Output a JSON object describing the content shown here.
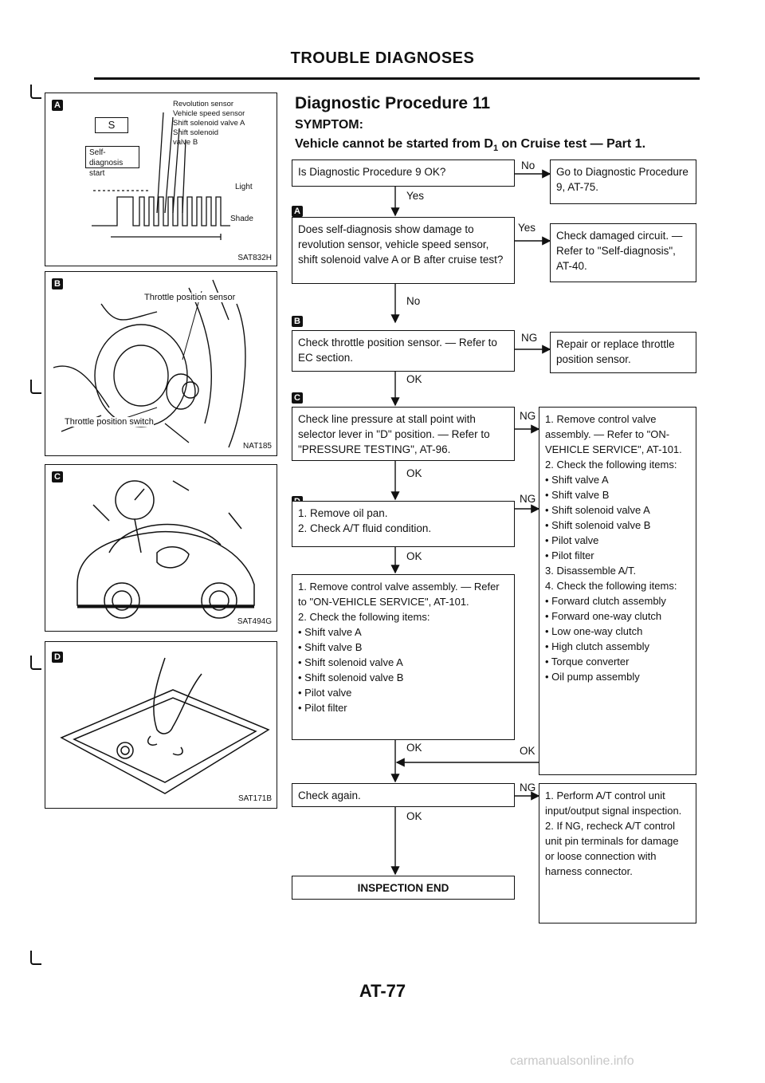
{
  "header": {
    "title": "TROUBLE DIAGNOSES"
  },
  "procedure": {
    "title": "Diagnostic Procedure 11",
    "symptom_label": "SYMPTOM:",
    "symptom_text": "Vehicle cannot be started from D",
    "symptom_sub": "1",
    "symptom_tail": " on Cruise test — Part 1."
  },
  "panels": {
    "a": {
      "label": "A",
      "code": "SAT832H",
      "s_box": "S",
      "selfdiag": "Self-diagnosis start",
      "legend": [
        "Revolution sensor",
        "Vehicle speed sensor",
        "Shift solenoid valve A",
        "Shift solenoid",
        "valve B"
      ],
      "light": "Light",
      "shade": "Shade"
    },
    "b": {
      "label": "B",
      "code": "NAT185",
      "sensor": "Throttle position sensor",
      "switch": "Throttle position switch"
    },
    "c": {
      "label": "C",
      "code": "SAT494G"
    },
    "d": {
      "label": "D",
      "code": "SAT171B"
    }
  },
  "flow": {
    "step_labels": {
      "a": "A",
      "b": "B",
      "c": "C",
      "d": "D"
    },
    "q1": "Is Diagnostic Procedure 9 OK?",
    "q1_no": "No",
    "q1_no_action": "Go to Diagnostic Procedure 9, AT-75.",
    "q1_yes": "Yes",
    "q2": "Does self-diagnosis show damage to revolution sensor, vehicle speed sensor, shift solenoid valve A or B after cruise test?",
    "q2_yes": "Yes",
    "q2_yes_action": "Check damaged circuit. — Refer to \"Self-diagnosis\", AT-40.",
    "q2_no": "No",
    "q3": "Check throttle position sensor. — Refer to EC section.",
    "q3_ng": "NG",
    "q3_ng_action": "Repair or replace throttle position sensor.",
    "q3_ok": "OK",
    "q4": "Check line pressure at stall point with selector lever in \"D\" position. — Refer to \"PRESSURE TESTING\", AT-96.",
    "q4_ng": "NG",
    "q4_ok": "OK",
    "q5_items": [
      "1. Remove oil pan.",
      "2. Check A/T fluid condition."
    ],
    "q5_ng": "NG",
    "q5_ok": "OK",
    "right_list": [
      "1. Remove control valve assembly. — Refer to \"ON-VEHICLE SERVICE\", AT-101.",
      "2. Check the following items:",
      "• Shift valve A",
      "• Shift valve B",
      "• Shift solenoid valve A",
      "• Shift solenoid valve B",
      "• Pilot valve",
      "• Pilot filter",
      "3. Disassemble A/T.",
      "4. Check the following items:",
      "• Forward clutch assembly",
      "• Forward one-way clutch",
      "• Low one-way clutch",
      "• High clutch assembly",
      "• Torque converter",
      "• Oil pump assembly"
    ],
    "mid_list": [
      "1. Remove control valve assembly. — Refer to \"ON-VEHICLE SERVICE\", AT-101.",
      "2. Check the following items:",
      "• Shift valve A",
      "• Shift valve B",
      "• Shift solenoid valve A",
      "• Shift solenoid valve B",
      "• Pilot valve",
      "• Pilot filter"
    ],
    "mid_ok": "OK",
    "right_ok": "OK",
    "q6": "Check again.",
    "q6_ng": "NG",
    "q6_ok": "OK",
    "q6_ng_action": [
      "1. Perform A/T control unit input/output signal inspection.",
      "2. If NG, recheck A/T control unit pin terminals for damage or loose connection with harness connector."
    ],
    "end": "INSPECTION END"
  },
  "footer": {
    "page": "AT-77",
    "watermark": "carmanualsonline.info"
  }
}
